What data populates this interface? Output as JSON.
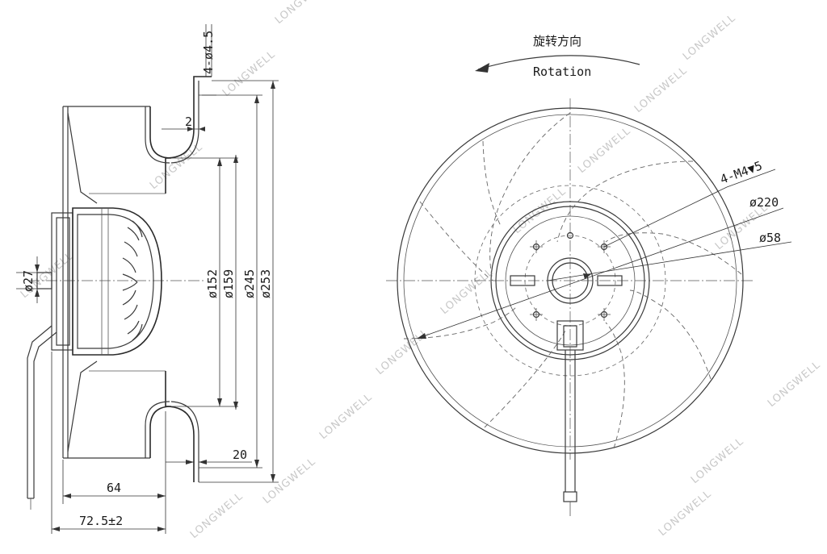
{
  "watermark": "LONGWELL",
  "rotation": {
    "label_cn": "旋转方向",
    "label_en": "Rotation"
  },
  "side_view": {
    "dimensions": {
      "mount_holes": "4-ø4.5",
      "wall": "2",
      "d27": "ø27",
      "d152": "ø152",
      "d159": "ø159",
      "d245": "ø245",
      "d253": "ø253",
      "flange": "20",
      "depth": "64",
      "overall": "72.5±2"
    }
  },
  "front_view": {
    "dimensions": {
      "tapped_holes": "4-M4▼5",
      "d220": "ø220",
      "d58": "ø58"
    }
  }
}
